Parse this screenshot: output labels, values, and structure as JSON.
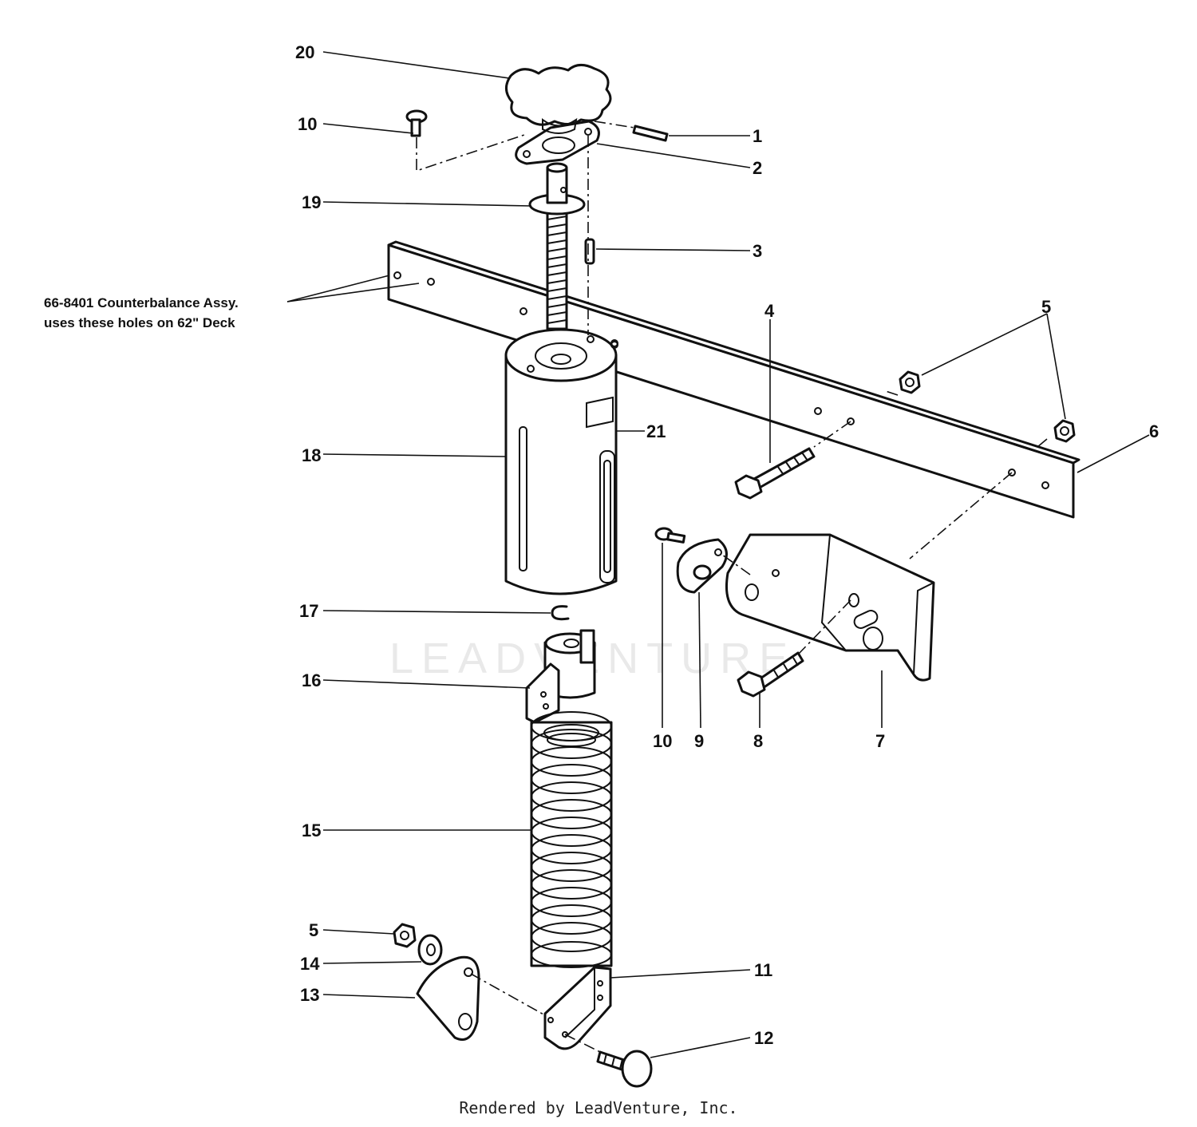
{
  "callouts": {
    "c1": "1",
    "c2": "2",
    "c3": "3",
    "c4": "4",
    "c5a": "5",
    "c5b": "5",
    "c6": "6",
    "c7": "7",
    "c8": "8",
    "c9": "9",
    "c10a": "10",
    "c10b": "10",
    "c11": "11",
    "c12": "12",
    "c13": "13",
    "c14": "14",
    "c15": "15",
    "c16": "16",
    "c17": "17",
    "c18": "18",
    "c19": "19",
    "c20": "20",
    "c21": "21"
  },
  "note": {
    "line1": "66-8401 Counterbalance Assy.",
    "line2": "uses these holes on 62\" Deck"
  },
  "watermark": "LEADVENTURE",
  "footer": "Rendered by LeadVenture, Inc."
}
